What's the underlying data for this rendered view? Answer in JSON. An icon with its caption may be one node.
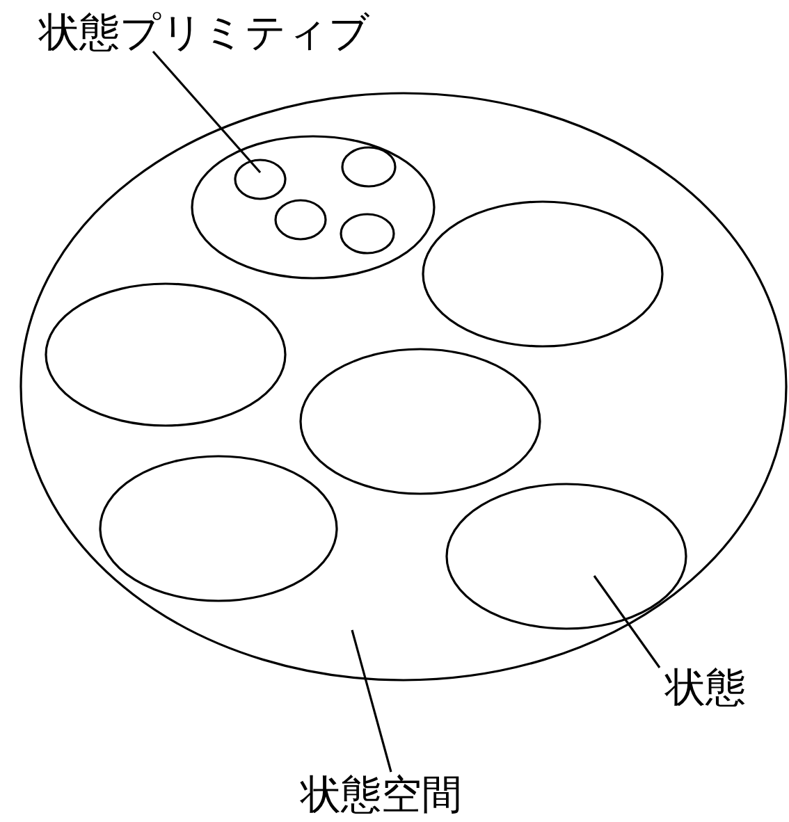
{
  "diagram": {
    "nodes": [
      {
        "text": [
          "状態プリミティブ"
        ]
      },
      {
        "text": [],
        "shape": "ellipse"
      },
      {
        "text": [],
        "shape": "ellipse",
        "in": 1
      },
      {
        "text": [],
        "shape": "ellipse",
        "in": 2
      },
      {
        "text": [],
        "shape": "ellipse",
        "in": 2
      },
      {
        "text": [],
        "shape": "ellipse",
        "in": 2
      },
      {
        "text": [],
        "shape": "ellipse",
        "in": 2
      },
      {
        "text": [],
        "shape": "ellipse",
        "in": 1
      },
      {
        "text": [],
        "shape": "ellipse",
        "in": 1
      },
      {
        "text": [],
        "shape": "ellipse",
        "in": 1
      },
      {
        "text": [],
        "shape": "ellipse",
        "in": 1
      },
      {
        "text": [],
        "shape": "ellipse",
        "in": 1
      },
      {
        "text": [
          "状態"
        ]
      },
      {
        "text": [
          "状態空間"
        ]
      }
    ],
    "edges": [
      {
        "from": 0,
        "to": 3,
        "arrow": "none"
      },
      {
        "from": 12,
        "to": 11,
        "arrow": "none"
      },
      {
        "from": 13,
        "to": 1,
        "arrow": "none"
      }
    ]
  }
}
